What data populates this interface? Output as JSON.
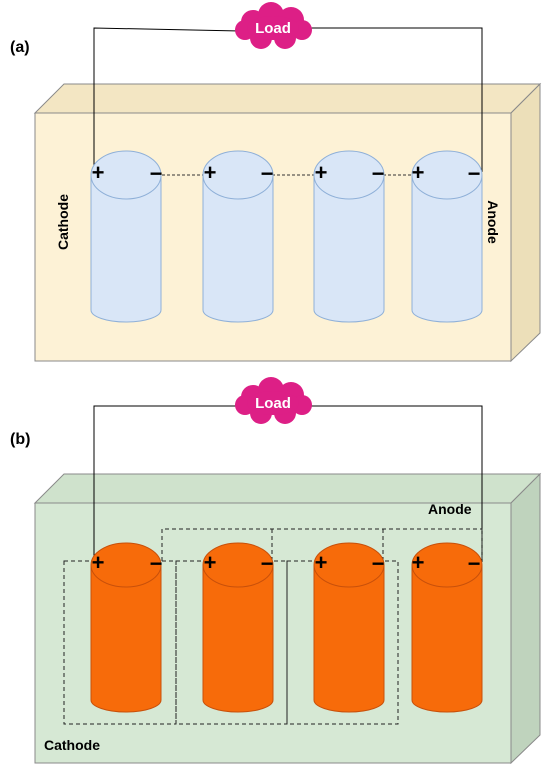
{
  "panel_a": {
    "tag": "(a)",
    "load_label": "Load",
    "cathode_label": "Cathode",
    "anode_label": "Anode",
    "plus_sign": "+",
    "minus_sign": "−"
  },
  "panel_b": {
    "tag": "(b)",
    "load_label": "Load",
    "cathode_label": "Cathode",
    "anode_label": "Anode",
    "plus_sign": "+",
    "minus_sign": "−"
  },
  "colors": {
    "box_a_front": "#fdf2d6",
    "box_a_side": "#ecdfb9",
    "cell_a": "#d9e6f7",
    "cell_a_stroke": "#8fb0d8",
    "box_b_front": "#d6e8d4",
    "box_b_side": "#bfd3bd",
    "cell_b": "#f76b0a",
    "cell_b_stroke": "#c8500a",
    "load_cloud": "#dd1f86"
  }
}
